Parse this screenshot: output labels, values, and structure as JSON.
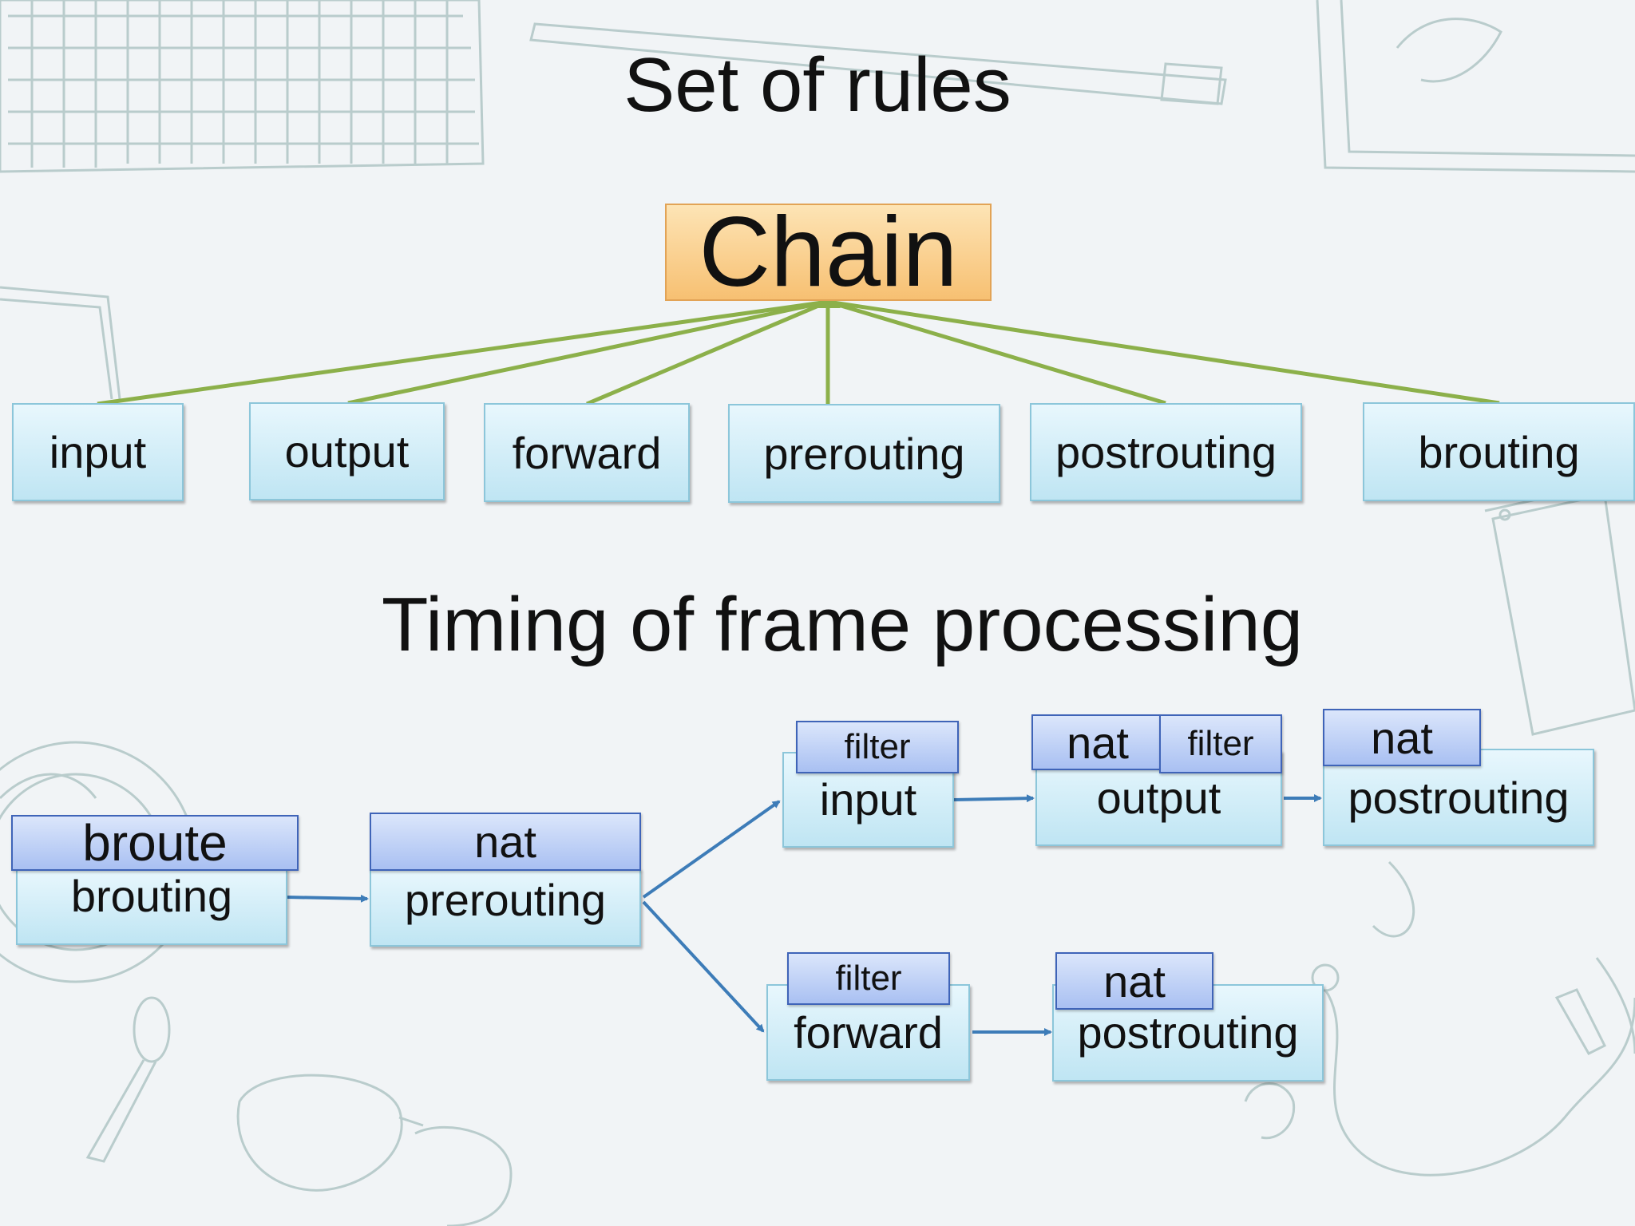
{
  "title": "Set of rules",
  "chain_label": "Chain",
  "chains": [
    "input",
    "output",
    "forward",
    "prerouting",
    "postrouting",
    "brouting"
  ],
  "timing_title": "Timing of frame processing",
  "stages": {
    "broute": {
      "table": "broute",
      "chain": "brouting"
    },
    "prerouting": {
      "table": "nat",
      "chain": "prerouting"
    },
    "input": {
      "table": "filter",
      "chain": "input"
    },
    "output": {
      "table1": "nat",
      "table2": "filter",
      "chain": "output"
    },
    "postrouting_top": {
      "table": "nat",
      "chain": "postrouting"
    },
    "forward": {
      "table": "filter",
      "chain": "forward"
    },
    "postrouting_bottom": {
      "table": "nat",
      "chain": "postrouting"
    }
  },
  "colors": {
    "connector_green": "#8cb04a",
    "arrow_blue": "#3d7cb8",
    "chain_fill": "#f7c072",
    "chain_box_fill": "#bfe5f3",
    "table_tab_fill": "#a9c0f2"
  }
}
